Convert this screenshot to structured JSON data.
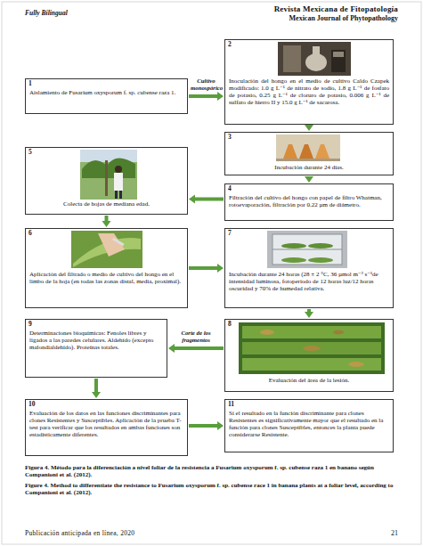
{
  "diagram": {
    "caption": "Figura 4. Método para la diferenciación a nivel foliar de la resistencia a Fusarium oxysporum f. sp. cubense raza 1 en banano según Companioni et al. (2012).",
    "nodes": [
      {
        "text": [
          "1",
          "Aislamiento de Fusarium oxysporum f. sp. cubense raza 1."
        ]
      },
      {
        "text": [
          "2",
          "Inoculación del hongo en el medio de cultivo Caldo Czapek modificado: 1.0 g L⁻¹ de nitrato de sodio, 1.8 g L⁻¹ de fosfato de potasio, 0.25 g L⁻¹ de cloruro de potasio, 0.006 g L⁻¹ de sulfato de hierro II y 15.0 g L⁻¹ de sacarosa."
        ]
      },
      {
        "text": [
          "3",
          "Incubación durante 24 días."
        ]
      },
      {
        "text": [
          "4",
          "Filtración del cultivo del hongo con papel de filtro Whatman, rotoevaporación, filtración por 0.22 µm de diámetro."
        ]
      },
      {
        "text": [
          "5",
          "Colecta de hojas de mediana edad."
        ]
      },
      {
        "text": [
          "6",
          "Aplicación del filtrado o medio de cultivo del hongo en el limbo de la hoja (en todas las zonas distal, media, proximal)."
        ]
      },
      {
        "text": [
          "7",
          "Incubación durante 24 horas (28 ± 2 °C, 36 µmol m⁻² s⁻¹de intensidad luminosa, fotoperiodo de 12 horas luz/12 horas oscuridad y 70% de humedad relativa."
        ]
      },
      {
        "text": [
          "8",
          "Evaluación del área de la lesión."
        ]
      },
      {
        "text": [
          "9",
          "Determinaciones bioquímicas: Fenoles libres y ligados a las paredes celulares. Aldehído (excepto malondialdehído). Proteínas totales."
        ]
      },
      {
        "text": [
          "10",
          "Evaluación de los datos en las funciones discriminantes para clones Resistentes y Susceptibles. Aplicación de la prueba T-test para verificar que los resultados en ambas funciones son estadísticamente diferentes."
        ]
      },
      {
        "text": [
          "11",
          "Si el resultado en la función discriminante para clones Resistentes es significativamente mayor que el resultado en la función para clones Susceptibles, entonces la planta puede considerarse Resistente."
        ]
      }
    ],
    "edges": [
      {
        "from": 0,
        "to": 1,
        "label": "Cultivo monospórico",
        "arrow": "to"
      },
      {
        "from": 1,
        "to": 2,
        "arrow": "to"
      },
      {
        "from": 2,
        "to": 3,
        "arrow": "to"
      },
      {
        "from": 3,
        "to": 4,
        "arrow": "to"
      },
      {
        "from": 4,
        "to": 5,
        "arrow": "to"
      },
      {
        "from": 5,
        "to": 6,
        "arrow": "to"
      },
      {
        "from": 6,
        "to": 7,
        "arrow": "to"
      },
      {
        "from": 7,
        "to": 8,
        "label": "Corte de los fragmentos",
        "arrow": "to"
      },
      {
        "from": 8,
        "to": 9,
        "arrow": "to"
      },
      {
        "from": 9,
        "to": 10,
        "arrow": "to"
      }
    ],
    "labels": [
      "Fully Bilingual",
      "Revista Mexicana de Fitopatología",
      "Mexican Journal of Phytopathology",
      "Figure 4. Method to differentiate the resistance to Fusarium oxysporum f. sp. cubense race 1 in banana plants at a foliar level, according to Companioni et al. (2012).",
      "Publicación anticipada en línea, 2020",
      "21"
    ]
  }
}
